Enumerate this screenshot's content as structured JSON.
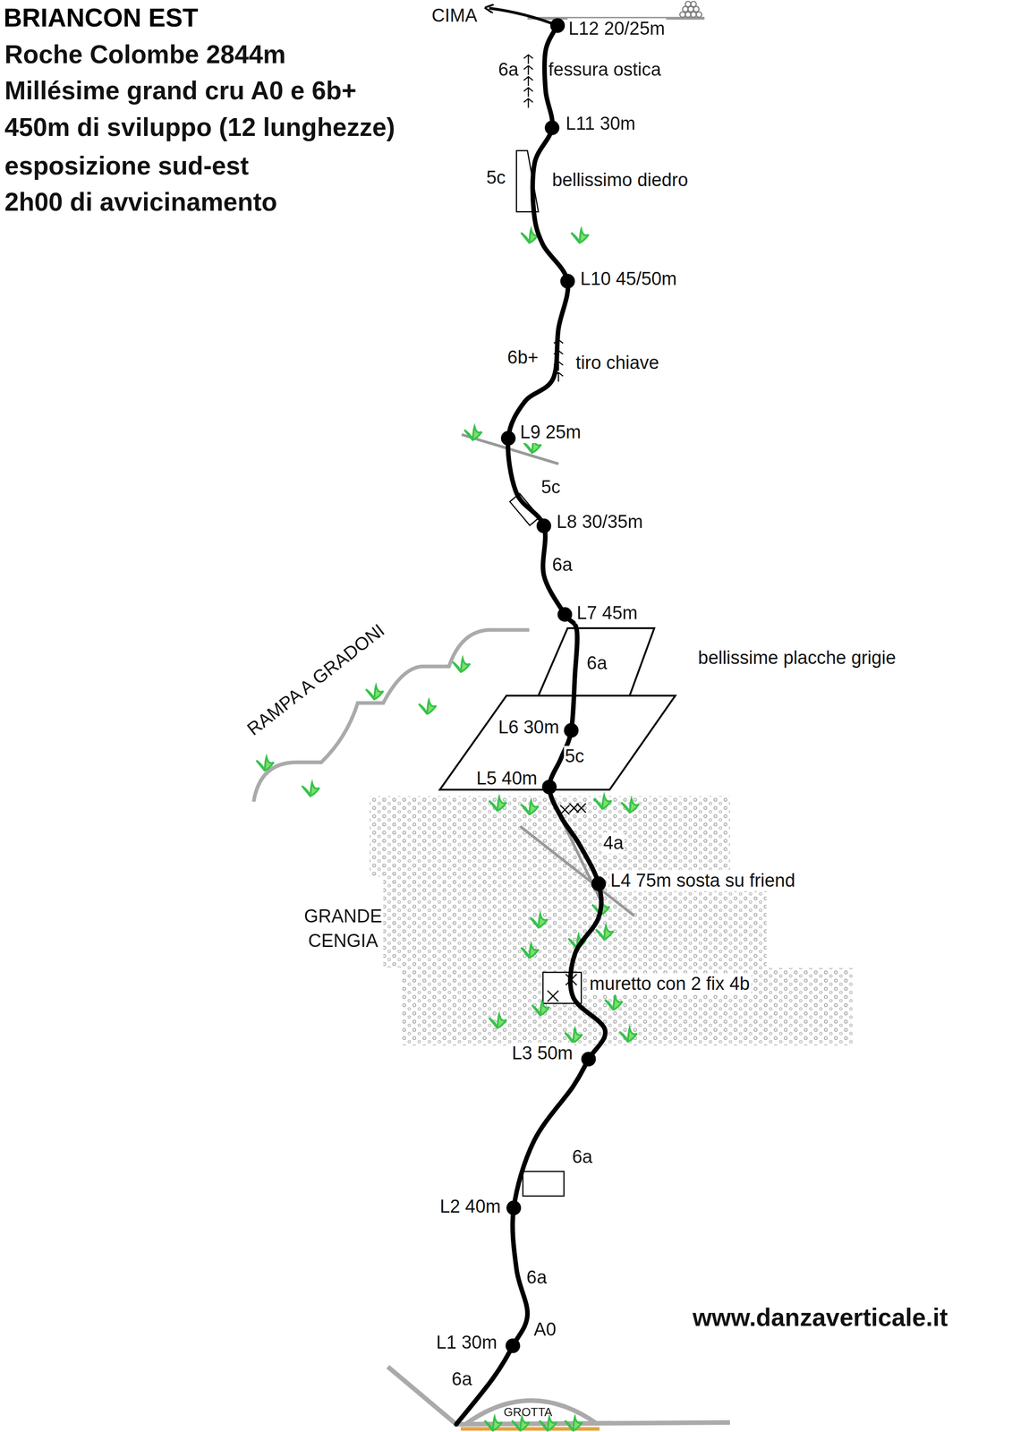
{
  "diagram": {
    "title": "BRIANCON EST",
    "labels": [
      "Roche Colombe 2844m",
      "Millésime grand cru A0 e 6b+",
      "450m di sviluppo (12 lunghezze)",
      "esposizione sud-est",
      "2h00 di avvicinamento",
      "CIMA",
      "L12 20/25m",
      "6a",
      "fessura ostica",
      "L11 30m",
      "5c",
      "bellissimo diedro",
      "L10 45/50m",
      "6b+",
      "tiro chiave",
      "L9 25m",
      "5c",
      "L8 30/35m",
      "6a",
      "L7 45m",
      "RAMPA A GRADONI",
      "6a",
      "bellissime placche grigie",
      "L6 30m",
      "5c",
      "L5 40m",
      "4a",
      "L4 75m sosta su friend",
      "GRANDE CENGIA",
      "muretto con 2 fix 4b",
      "L3 50m",
      "6a",
      "L2 40m",
      "6a",
      "www.danzaverticale.it",
      "A0",
      "L1 30m",
      "6a",
      "GROTTA"
    ]
  }
}
